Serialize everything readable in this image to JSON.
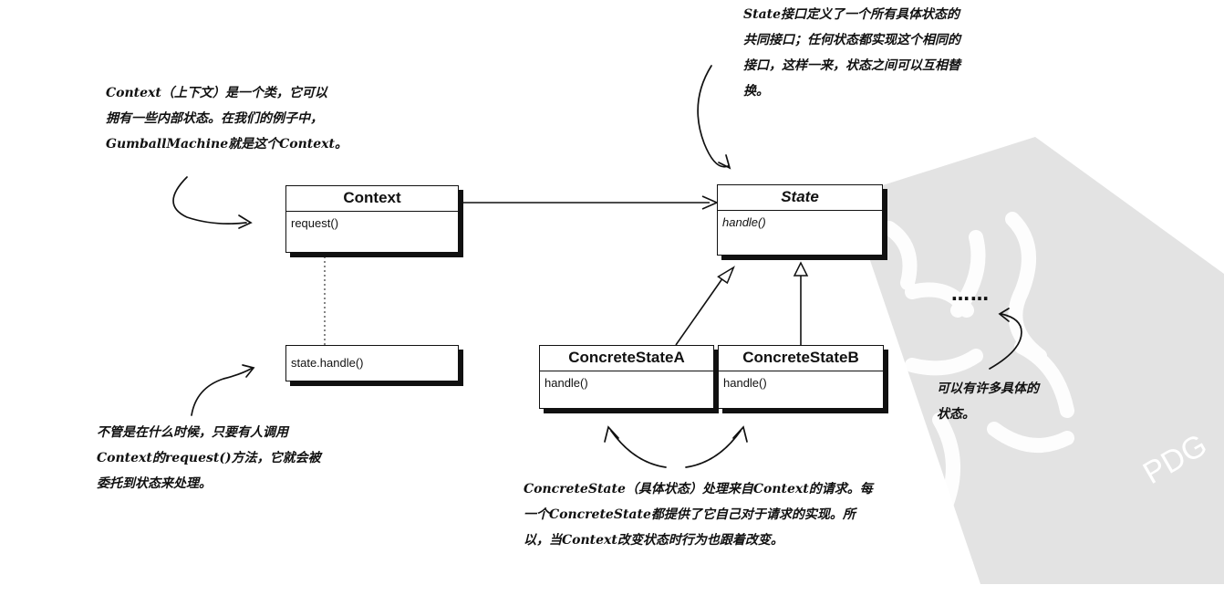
{
  "classes": {
    "context": {
      "name": "Context",
      "method": "request()"
    },
    "context_note": {
      "method": "state.handle()"
    },
    "state": {
      "name": "State",
      "method": "handle()"
    },
    "concrete_a": {
      "name": "ConcreteStateA",
      "method": "handle()"
    },
    "concrete_b": {
      "name": "ConcreteStateB",
      "method": "handle()"
    }
  },
  "annotations": {
    "context_desc": "Context（上下文）是一个类，它可以\n拥有一些内部状态。在我们的例子中，\nGumballMachine就是这个Context。",
    "state_desc": "State接口定义了一个所有具体状态的\n共同接口；任何状态都实现这个相同的\n接口，这样一来，状态之间可以互相替\n换。",
    "request_desc": "不管是在什么时候，只要有人调用\nContext的request()方法，它就会被\n委托到状态来处理。",
    "concrete_desc": "ConcreteState（具体状态）处理来自Context的请求。每\n一个ConcreteState都提供了它自己对于请求的实现。所\n以，当Context改变状态时行为也跟着改变。",
    "more_states_desc": "可以有许多具体的\n状态。",
    "ellipsis": "……"
  },
  "watermark": {
    "text": "PDG",
    "color": "#d9d9d9"
  }
}
